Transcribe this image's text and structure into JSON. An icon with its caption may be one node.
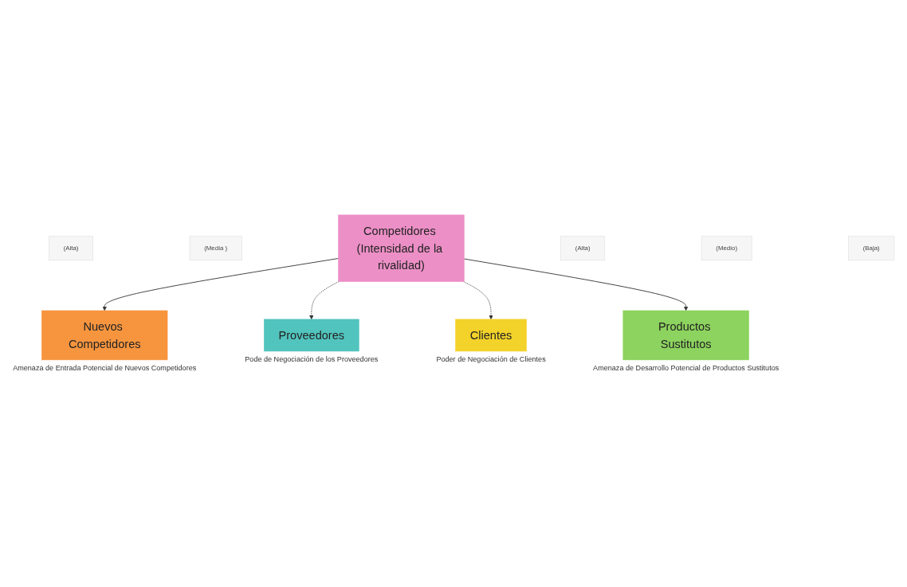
{
  "diagram": {
    "nodes": [
      {
        "text": [
          "Nuevos Competidores"
        ],
        "beside": [
          "Amenaza de Entrada Potencial de Nuevos Competidores"
        ]
      },
      {
        "text": [
          "(Alta)"
        ]
      },
      {
        "text": [
          "(Media )"
        ]
      },
      {
        "text": [
          "Proveedores"
        ],
        "beside": [
          "Pode de Negociación de los Proveedores"
        ]
      },
      {
        "text": [
          "Competidores (Intensidad de la rivalidad)"
        ]
      },
      {
        "text": [
          "Clientes"
        ],
        "beside": [
          "Poder de Negociación de Clientes"
        ]
      },
      {
        "text": [
          "(Alta)"
        ]
      },
      {
        "text": [
          "(Medio)"
        ]
      },
      {
        "text": [
          "Productos Sustitutos"
        ],
        "beside": [
          "Amenaza de Desarrollo Potencial de Productos Sustitutos"
        ]
      },
      {
        "text": [
          "(Baja)"
        ]
      }
    ],
    "edges": [
      {
        "from": 4,
        "to": 0,
        "arrow": "to"
      },
      {
        "from": 4,
        "to": 3,
        "arrow": "to",
        "style": "dashed"
      },
      {
        "from": 4,
        "to": 5,
        "arrow": "to",
        "style": "dashed"
      },
      {
        "from": 4,
        "to": 8,
        "arrow": "to"
      }
    ]
  }
}
